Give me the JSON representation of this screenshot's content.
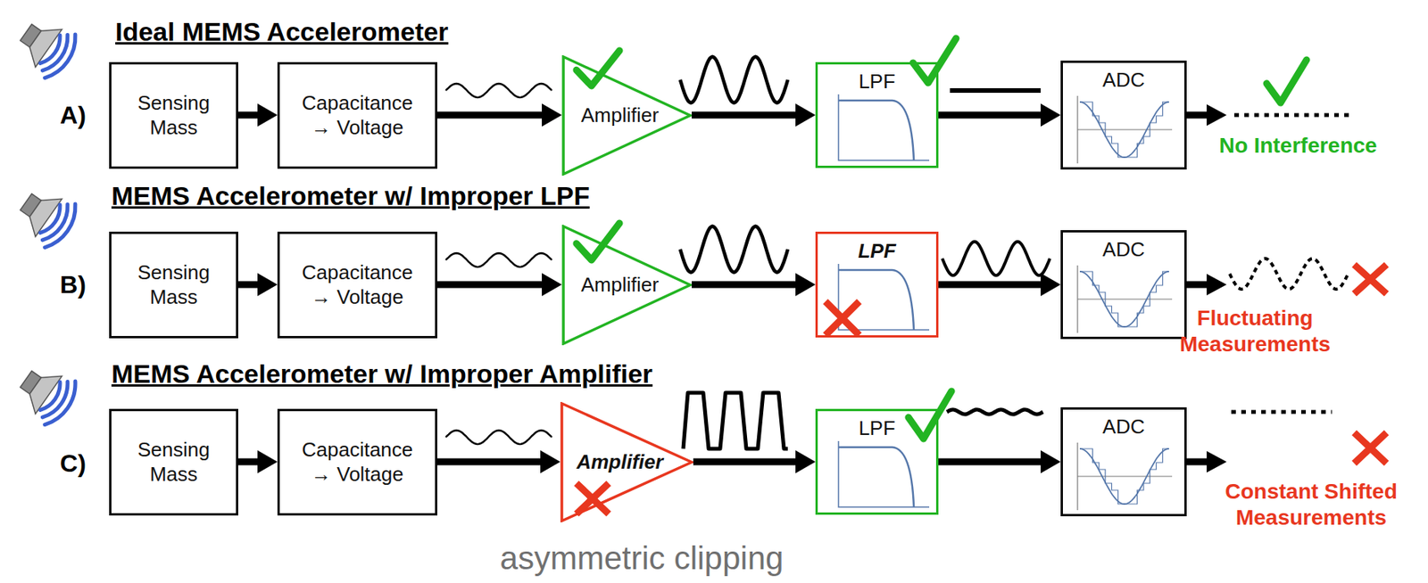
{
  "diagram": {
    "caption": "asymmetric clipping",
    "nodes": [
      {
        "text": [
          "Sensing Mass"
        ]
      },
      {
        "text": [
          "Capacitance → Voltage"
        ]
      },
      {
        "text": [
          "Amplifier"
        ]
      },
      {
        "text": [
          "LPF"
        ]
      },
      {
        "text": [
          "ADC"
        ]
      },
      {
        "text": [
          "Sensing Mass"
        ]
      },
      {
        "text": [
          "Capacitance → Voltage"
        ]
      },
      {
        "text": [
          "Amplifier"
        ]
      },
      {
        "text": [
          "LPF"
        ]
      },
      {
        "text": [
          "ADC"
        ]
      },
      {
        "text": [
          "Sensing Mass"
        ]
      },
      {
        "text": [
          "Capacitance → Voltage"
        ]
      },
      {
        "text": [
          "Amplifier"
        ]
      },
      {
        "text": [
          "LPF"
        ]
      },
      {
        "text": [
          "ADC"
        ]
      }
    ],
    "edges": [
      {
        "from": 0,
        "to": 1,
        "arrow": "to"
      },
      {
        "from": 1,
        "to": 2,
        "arrow": "to"
      },
      {
        "from": 2,
        "to": 3,
        "arrow": "to"
      },
      {
        "from": 3,
        "to": 4,
        "arrow": "to"
      },
      {
        "from": 5,
        "to": 6,
        "arrow": "to"
      },
      {
        "from": 6,
        "to": 7,
        "arrow": "to"
      },
      {
        "from": 7,
        "to": 8,
        "arrow": "to"
      },
      {
        "from": 8,
        "to": 9,
        "arrow": "to"
      },
      {
        "from": 10,
        "to": 11,
        "arrow": "to"
      },
      {
        "from": 11,
        "to": 12,
        "arrow": "to"
      },
      {
        "from": 12,
        "to": 13,
        "arrow": "to"
      },
      {
        "from": 13,
        "to": 14,
        "arrow": "to"
      }
    ],
    "labels": [
      "Ideal MEMS Accelerometer",
      "A)",
      "No Interference",
      "MEMS Accelerometer w/ Improper LPF",
      "B)",
      "Fluctuating Measurements",
      "MEMS Accelerometer w/ Improper Amplifier",
      "C)",
      "Constant Shifted Measurements"
    ]
  }
}
